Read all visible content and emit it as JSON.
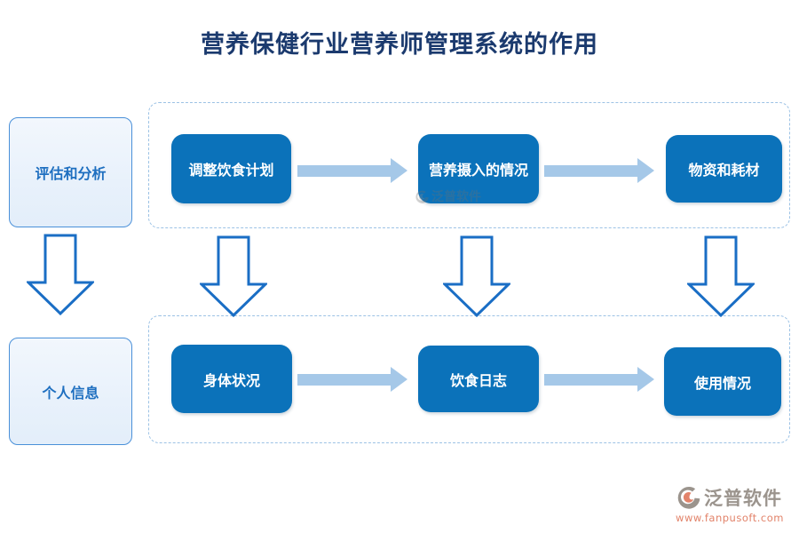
{
  "title": "营养保健行业营养师管理系统的作用",
  "left_column": {
    "top_label": "评估和分析",
    "bottom_label": "个人信息"
  },
  "top_row": {
    "box1": "调整饮食计划",
    "box2": "营养摄入的情况",
    "box3": "物资和耗材"
  },
  "bottom_row": {
    "box1": "身体状况",
    "box2": "饮食日志",
    "box3": "使用情况"
  },
  "watermark": {
    "brand": "泛普软件",
    "url": "www.fanpusoft.com",
    "faint_brand": "泛普软件"
  },
  "colors": {
    "title_text": "#1b3a6e",
    "flow_box_fill": "#0b72ba",
    "flow_box_text": "#ffffff",
    "soft_box_fill": "#eaf2fb",
    "soft_box_border": "#4a90d9",
    "soft_box_text": "#1e6fc0",
    "horizontal_arrow": "#a5c8e8",
    "down_arrow_outline": "#1a6ec5",
    "dashed_group_border": "#9cc2e5",
    "watermark_brand": "#9b948d",
    "watermark_url": "#e2836a"
  }
}
